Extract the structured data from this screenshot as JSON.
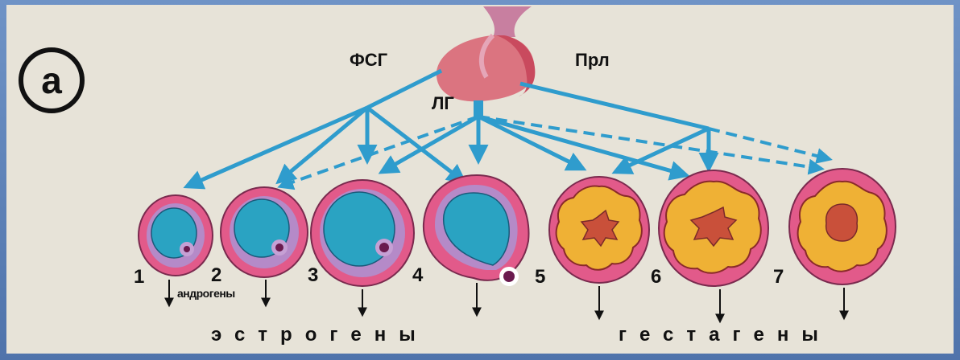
{
  "panel_label": "а",
  "hormones": {
    "fsh": "ФСГ",
    "lh": "ЛГ",
    "prl": "Прл"
  },
  "stages": [
    "1",
    "2",
    "3",
    "4",
    "5",
    "6",
    "7"
  ],
  "small_label": "андрогены",
  "outputs": {
    "estrogens": "эстрогены",
    "gestagens": "гестагены"
  },
  "colors": {
    "arrow": "#2f9ccd",
    "follicle_wall": "#e25a8a",
    "antrum": "#2aa3c2",
    "corpus_yellow": "#efb135",
    "corpus_core": "#c9503a",
    "pituitary": "#d9727e"
  }
}
